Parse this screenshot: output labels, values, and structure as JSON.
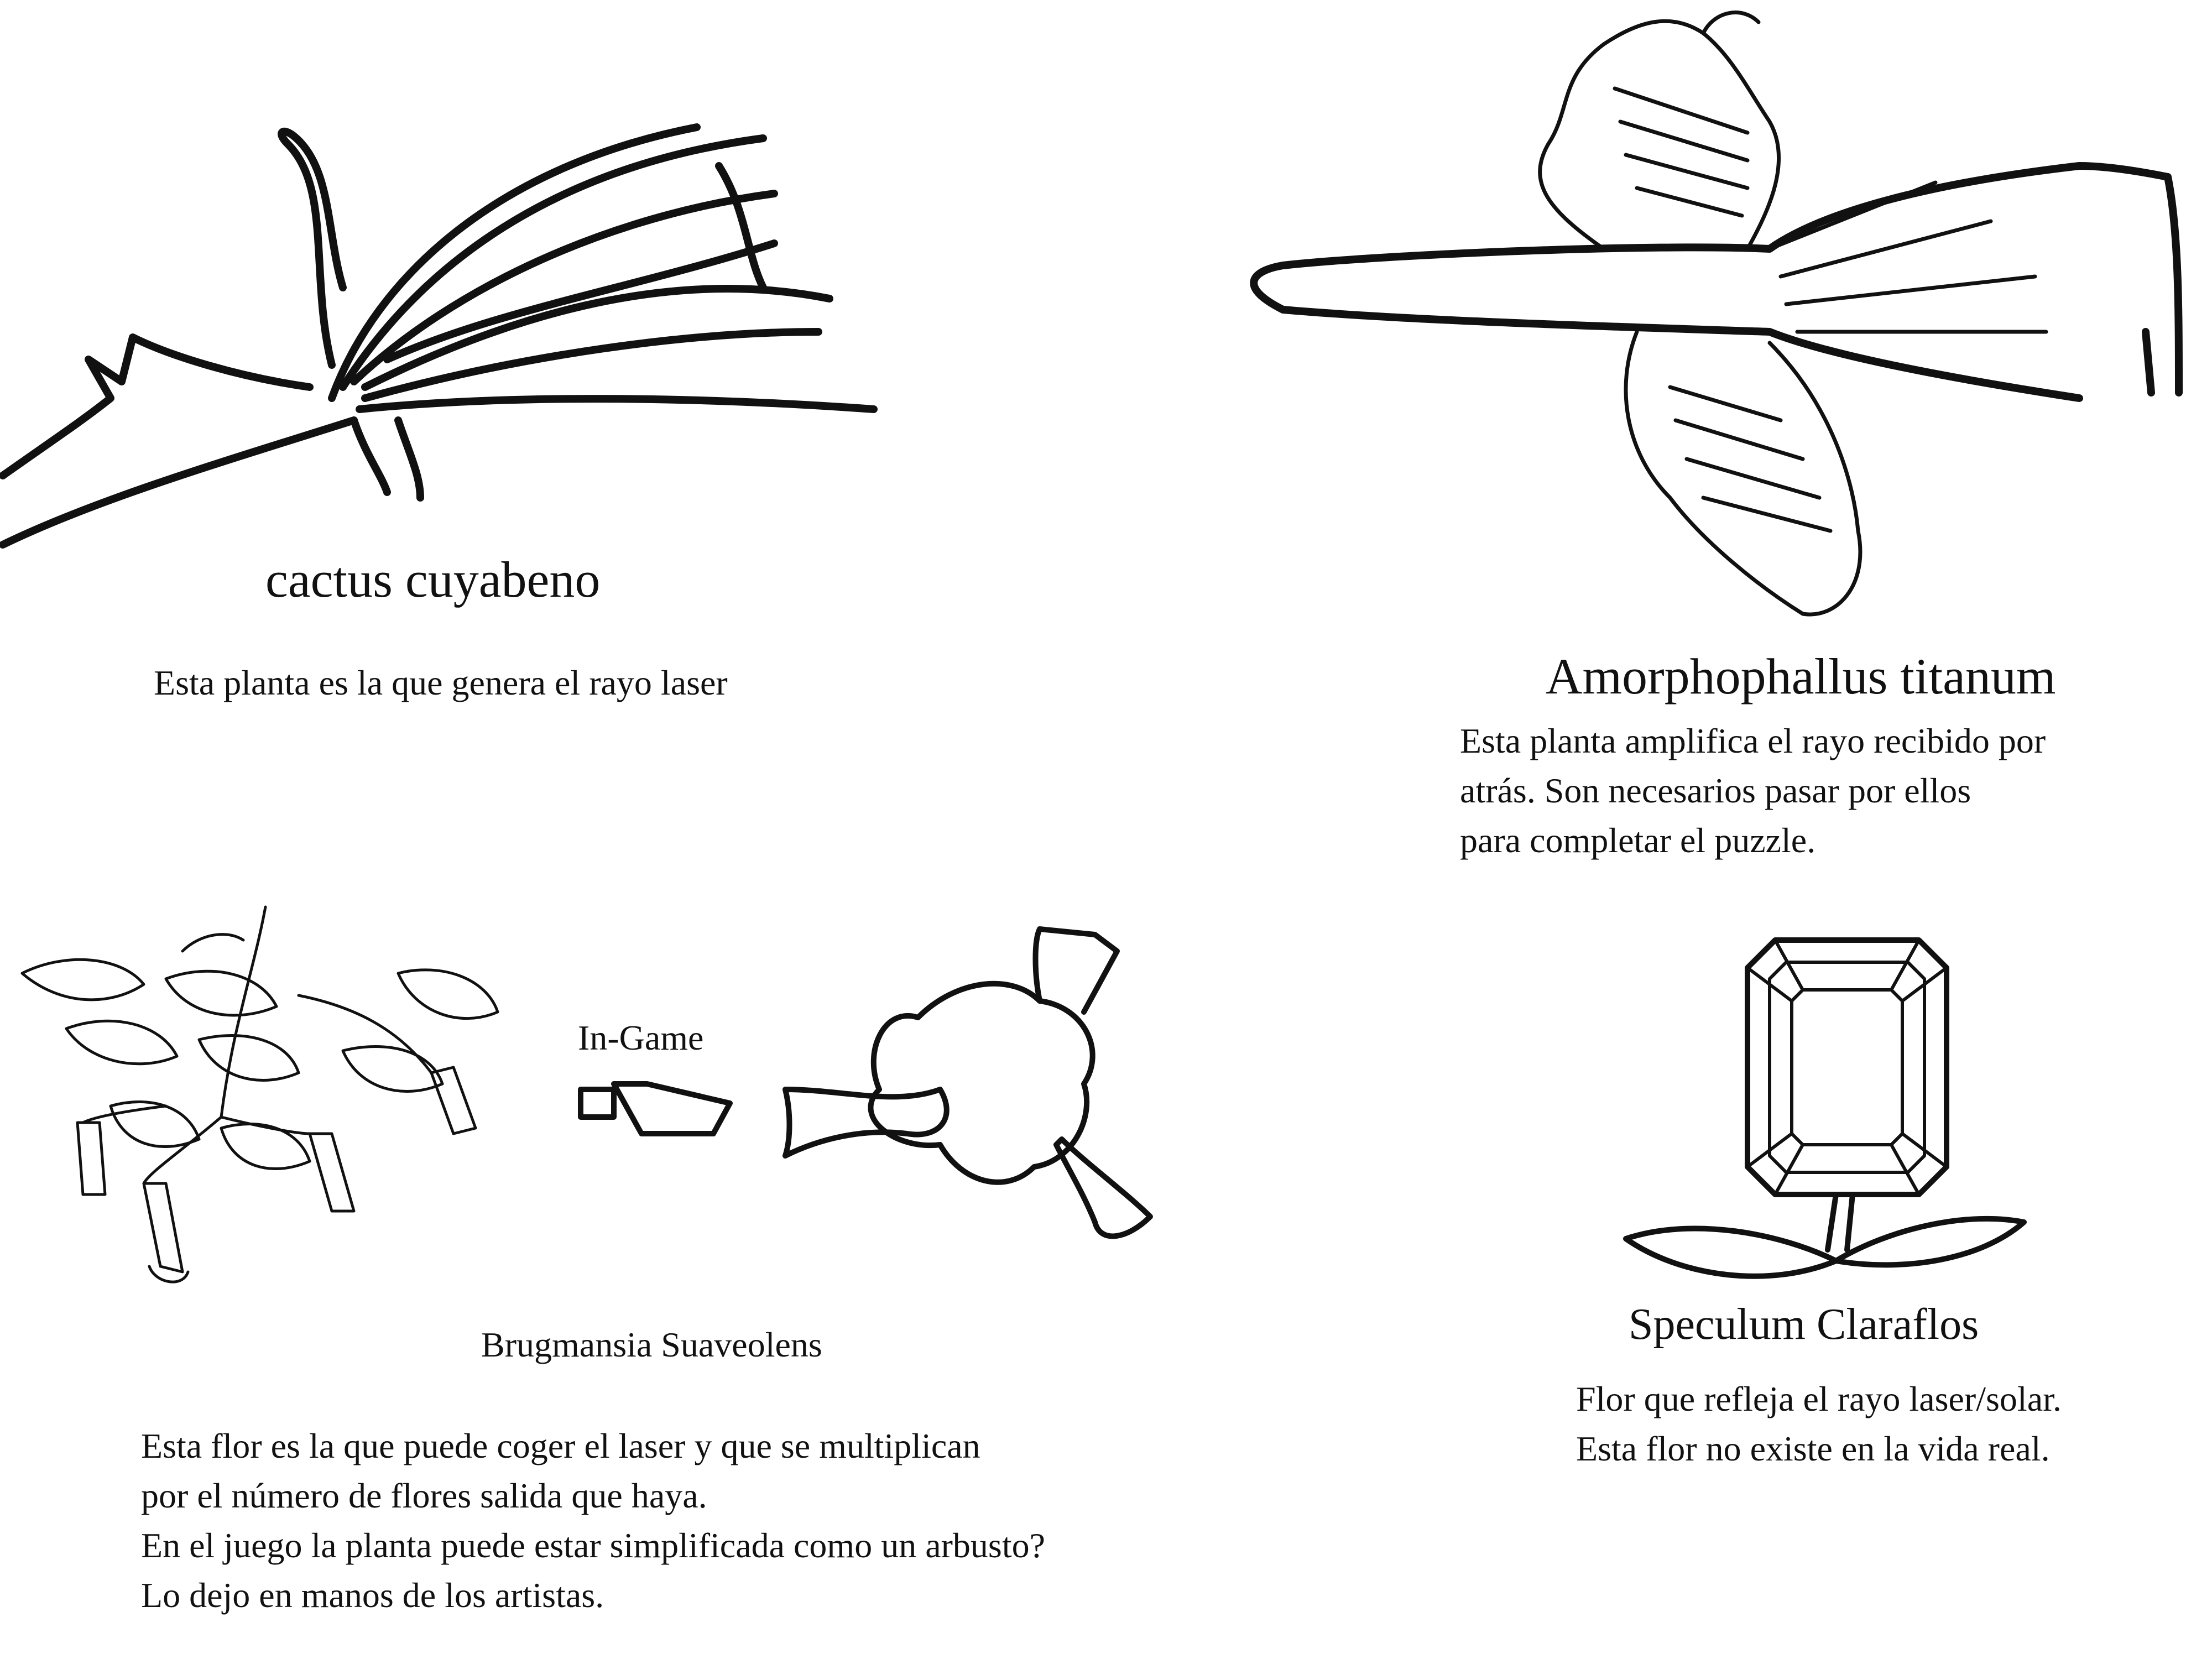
{
  "cactus": {
    "name": "cactus cuyabeno",
    "description": "Esta planta es la que genera el rayo laser"
  },
  "amorphophallus": {
    "name": "Amorphophallus titanum",
    "description_lines": [
      "Esta planta amplifica el rayo recibido por",
      "atrás. Son necesarios pasar por ellos",
      "para completar el puzzle."
    ]
  },
  "brugmansia": {
    "in_game_label": "In-Game",
    "name": "Brugmansia Suaveolens",
    "description_lines": [
      "Esta flor es la que puede coger el laser y que se multiplican",
      "por el número de flores salida que haya.",
      "En el juego la planta puede estar simplificada como un arbusto?",
      "Lo dejo en manos de los artistas."
    ]
  },
  "speculum": {
    "name": "Speculum Claraflos",
    "description_lines": [
      "Flor que refleja el rayo laser/solar.",
      "Esta flor no existe en la vida real."
    ]
  }
}
